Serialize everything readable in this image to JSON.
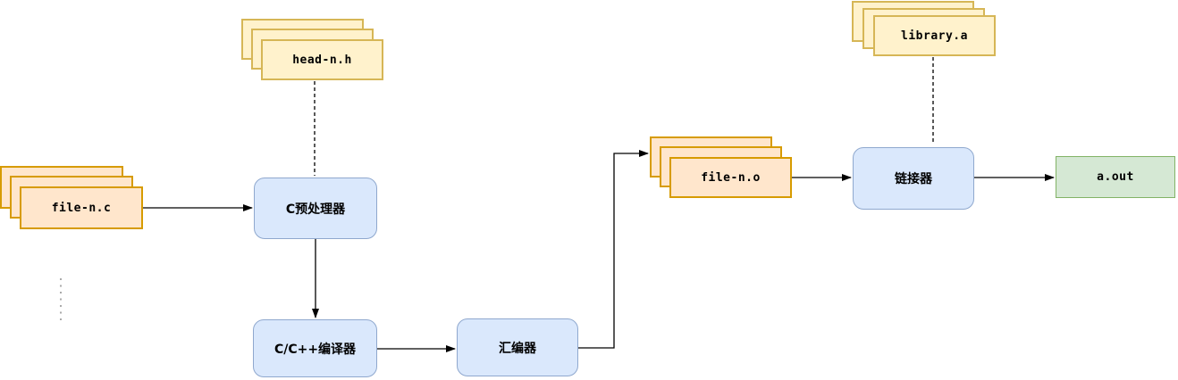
{
  "diagram": {
    "description": "C/C++ compilation pipeline flowchart",
    "nodes": {
      "file_nc": {
        "label": "file-n.c",
        "kind": "stacked-files"
      },
      "head_nh": {
        "label": "head-n.h",
        "kind": "stacked-files"
      },
      "preprocessor": {
        "label": "C预处理器",
        "kind": "process"
      },
      "compiler": {
        "label": "C/C++编译器",
        "kind": "process"
      },
      "assembler": {
        "label": "汇编器",
        "kind": "process"
      },
      "file_no": {
        "label": "file-n.o",
        "kind": "stacked-files"
      },
      "library_a": {
        "label": "library.a",
        "kind": "stacked-files"
      },
      "linker": {
        "label": "链接器",
        "kind": "process"
      },
      "a_out": {
        "label": "a.out",
        "kind": "output"
      }
    },
    "edges": [
      {
        "from": "file_nc",
        "to": "preprocessor",
        "style": "solid-arrow"
      },
      {
        "from": "head_nh",
        "to": "preprocessor",
        "style": "dashed"
      },
      {
        "from": "preprocessor",
        "to": "compiler",
        "style": "solid-arrow"
      },
      {
        "from": "compiler",
        "to": "assembler",
        "style": "solid-arrow"
      },
      {
        "from": "assembler",
        "to": "file_no",
        "style": "solid-arrow-elbow"
      },
      {
        "from": "file_no",
        "to": "linker",
        "style": "solid-arrow"
      },
      {
        "from": "library_a",
        "to": "linker",
        "style": "dashed"
      },
      {
        "from": "linker",
        "to": "a_out",
        "style": "solid-arrow"
      }
    ],
    "colors": {
      "source_stack_fill": "#FFE6CC",
      "source_stack_border": "#D79B00",
      "header_stack_fill": "#FFF2CC",
      "header_stack_border": "#D6B656",
      "process_fill": "#DAE8FC",
      "process_border": "#8FA8CE",
      "output_fill": "#D5E8D4",
      "output_border": "#82B366",
      "connector": "#000000",
      "ellipsis_dots": "#AAAAAA"
    }
  }
}
